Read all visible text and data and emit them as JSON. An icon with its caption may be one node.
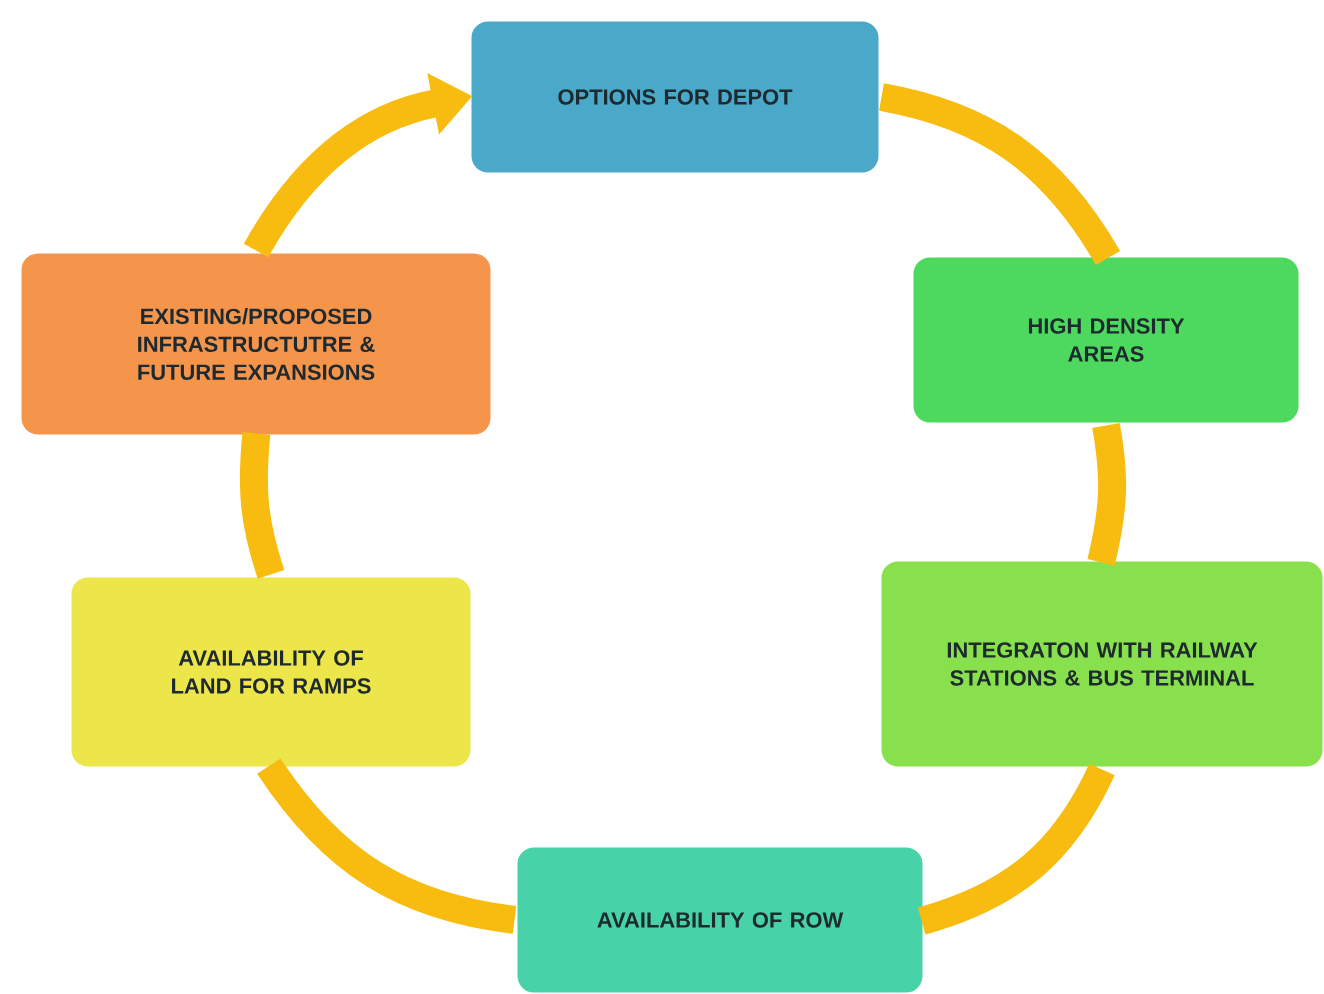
{
  "diagram": {
    "nodes": [
      {
        "text": [
          "OPTIONS FOR DEPOT"
        ]
      },
      {
        "text": [
          "HIGH DENSITY AREAS"
        ]
      },
      {
        "text": [
          "INTEGRATON WITH RAILWAY STATIONS & BUS TERMINAL"
        ]
      },
      {
        "text": [
          "AVAILABILITY OF ROW"
        ]
      },
      {
        "text": [
          "AVAILABILITY OF LAND FOR RAMPS"
        ]
      },
      {
        "text": [
          "EXISTING/PROPOSED INFRASTRUCTUTRE & FUTURE EXPANSIONS"
        ]
      }
    ],
    "edges": [
      {
        "from": 0,
        "to": 1,
        "arrow": "none"
      },
      {
        "from": 1,
        "to": 2,
        "arrow": "none"
      },
      {
        "from": 2,
        "to": 3,
        "arrow": "none"
      },
      {
        "from": 3,
        "to": 4,
        "arrow": "none"
      },
      {
        "from": 4,
        "to": 5,
        "arrow": "none"
      },
      {
        "from": 5,
        "to": 0,
        "arrow": "to"
      }
    ]
  }
}
